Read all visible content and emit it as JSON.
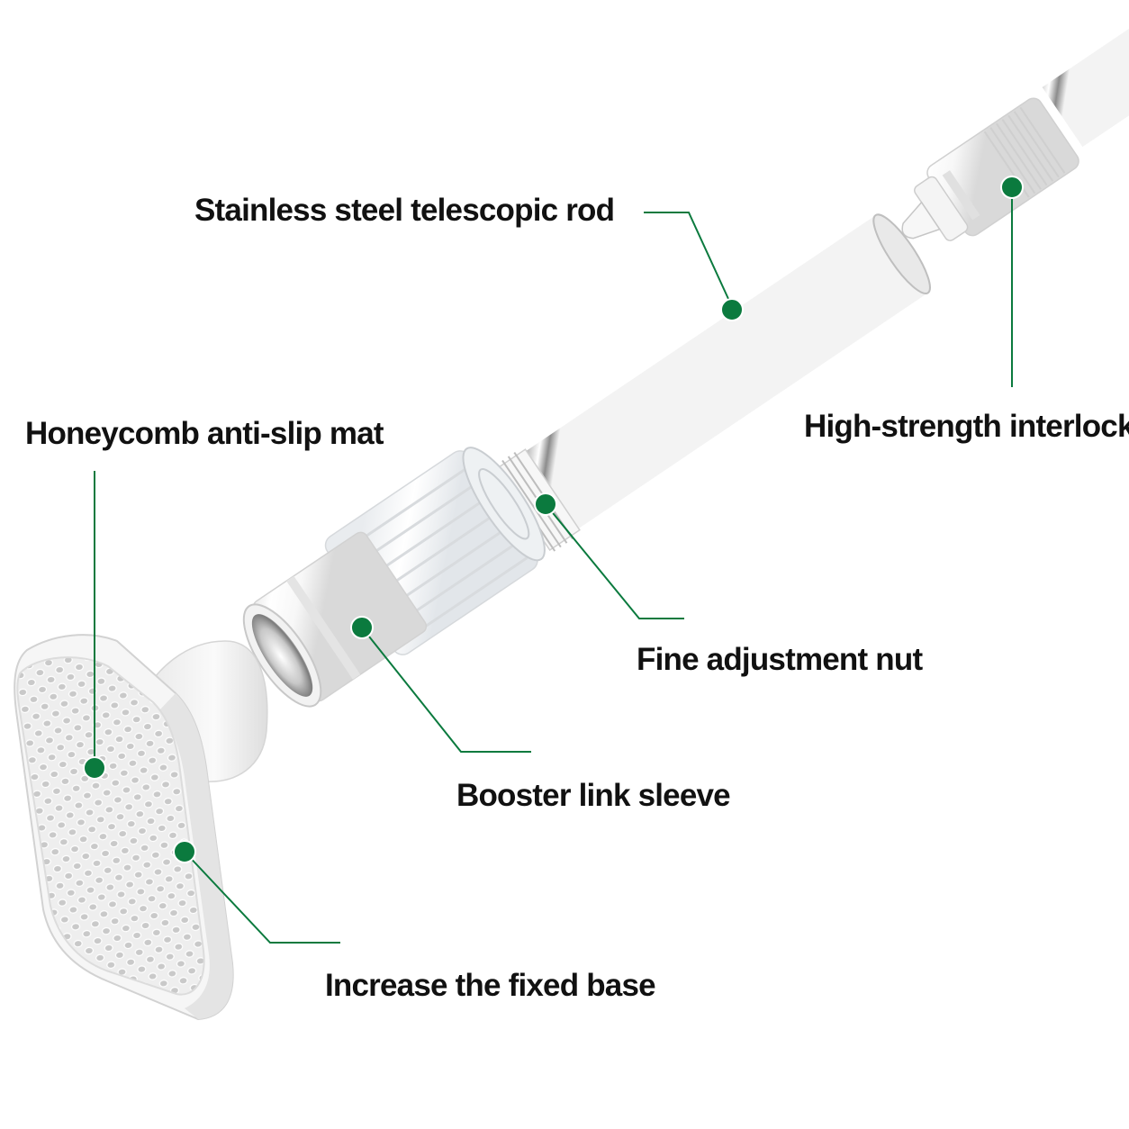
{
  "labels": {
    "rod": "Stainless steel telescopic rod",
    "interlock": "High-strength interlock",
    "mat": "Honeycomb anti-slip mat",
    "nut": "Fine adjustment nut",
    "sleeve": "Booster link sleeve",
    "base": "Increase the fixed base"
  },
  "colors": {
    "callout": "#0b7a3e",
    "text": "#111111",
    "steel_dark": "#1a1a1a",
    "plastic": "#f2f2f2"
  }
}
